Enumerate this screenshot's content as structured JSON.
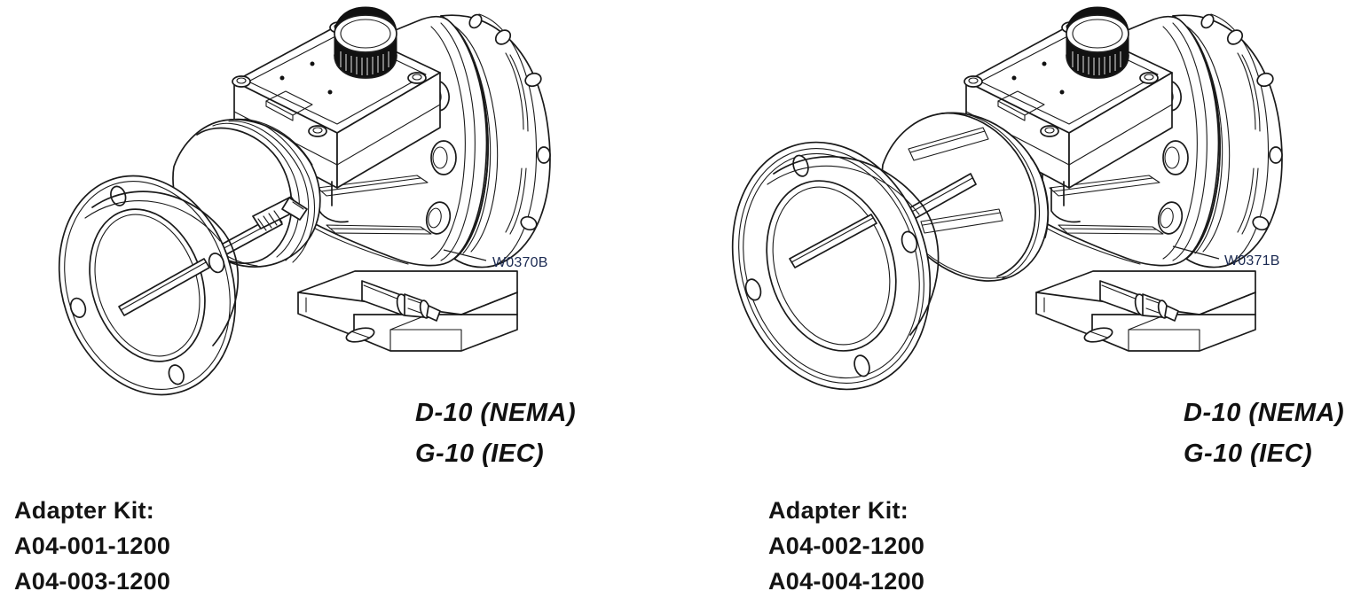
{
  "page": {
    "background_color": "#ffffff",
    "assembly_count": 2
  },
  "assemblies": [
    {
      "id": "left",
      "reference_label": "W0370B",
      "reference_label_color": "#1b2a52",
      "frame_captions": [
        "D-10 (NEMA)",
        "G-10 (IEC)"
      ],
      "kit_heading": "Adapter Kit:",
      "kit_part_numbers": [
        "A04-001-1200",
        "A04-003-1200"
      ],
      "drawing": {
        "type": "isometric-line-drawing",
        "subject": "motor-pump-adapter-assembly",
        "components": [
          "mounting-flange",
          "adapter-spacer-rings",
          "drive-shaft",
          "shaft-coupling-collar",
          "finned-motor-housing",
          "terminal-junction-box",
          "knurled-filler-cap",
          "rear-end-bell",
          "mounting-base-rail",
          "drain-plug-fitting"
        ],
        "flange_bolt_holes": 4,
        "cooling_fins": 4
      }
    },
    {
      "id": "right",
      "reference_label": "W0371B",
      "reference_label_color": "#1b2a52",
      "frame_captions": [
        "D-10 (NEMA)",
        "G-10 (IEC)"
      ],
      "kit_heading": "Adapter Kit:",
      "kit_part_numbers": [
        "A04-002-1200",
        "A04-004-1200"
      ],
      "drawing": {
        "type": "isometric-line-drawing",
        "subject": "motor-pump-adapter-assembly",
        "components": [
          "mounting-flange",
          "adapter-spool-barrel",
          "drive-shaft",
          "finned-motor-housing",
          "terminal-junction-box",
          "knurled-filler-cap",
          "rear-end-bell",
          "mounting-base-rail",
          "drain-plug-fitting"
        ],
        "flange_bolt_holes": 4,
        "cooling_fins": 4
      }
    }
  ]
}
